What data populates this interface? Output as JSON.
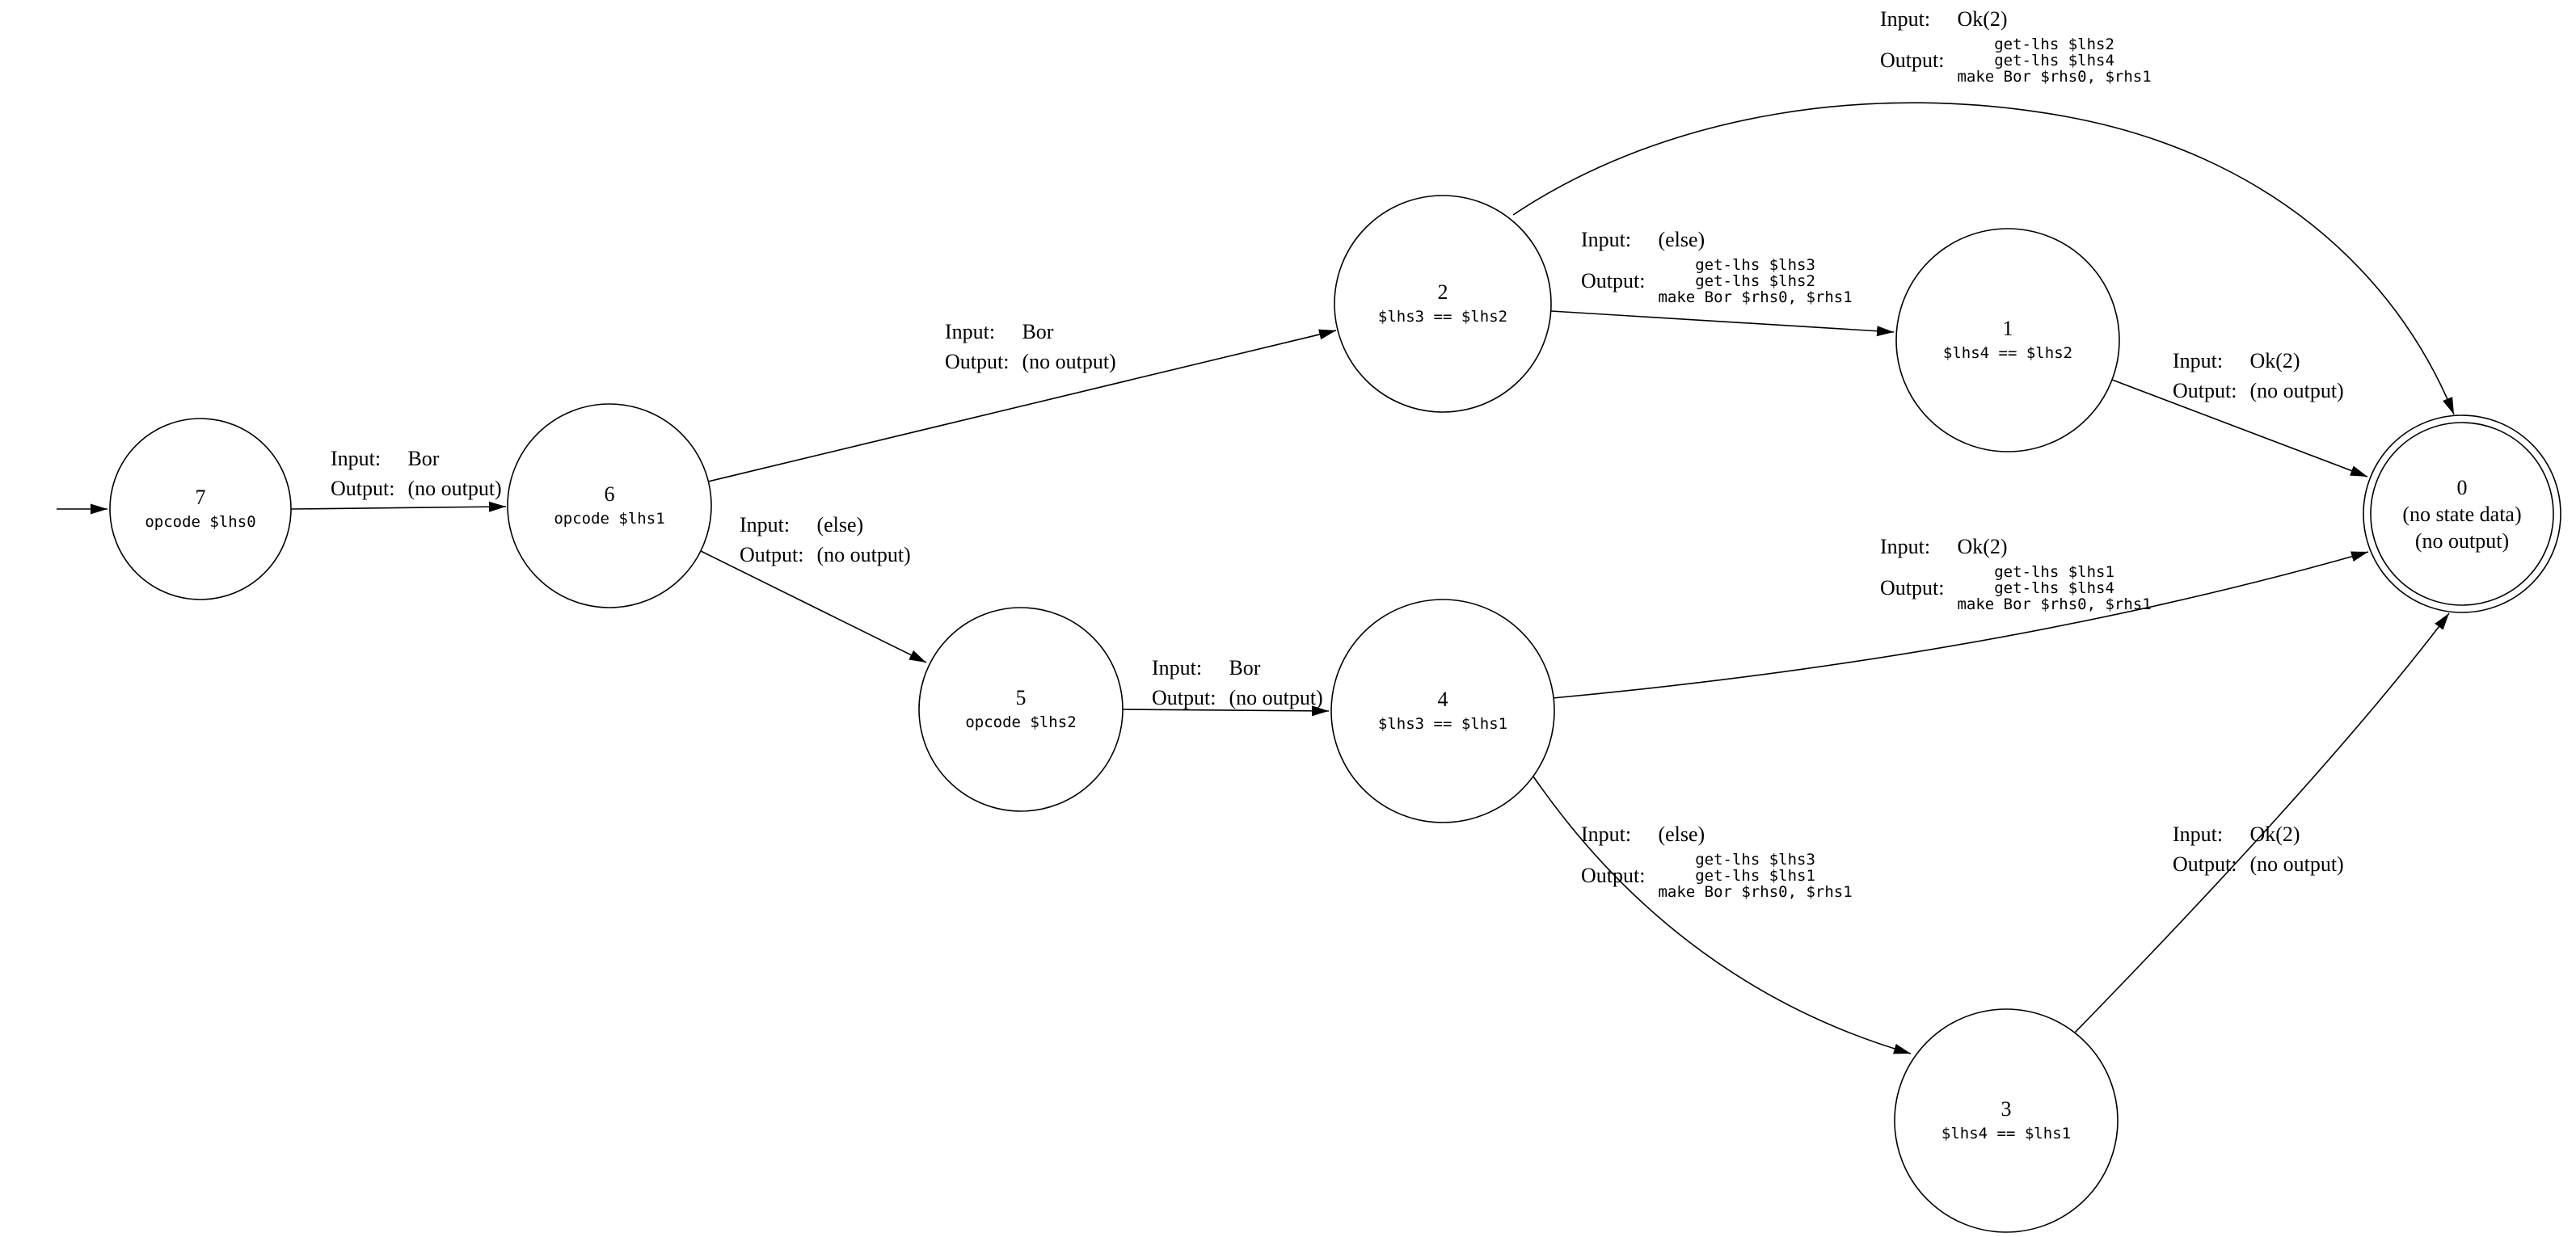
{
  "diagram": {
    "type": "finite-state-machine",
    "background": "#ffffff",
    "stroke": "#000000"
  },
  "labels": {
    "input_key": "Input:",
    "output_key": "Output:"
  },
  "nodes": {
    "n7": {
      "id": "7",
      "data": "opcode $lhs0"
    },
    "n6": {
      "id": "6",
      "data": "opcode $lhs1"
    },
    "n5": {
      "id": "5",
      "data": "opcode $lhs2"
    },
    "n2": {
      "id": "2",
      "data": "$lhs3 == $lhs2"
    },
    "n4": {
      "id": "4",
      "data": "$lhs3 == $lhs1"
    },
    "n1": {
      "id": "1",
      "data": "$lhs4 == $lhs2"
    },
    "n3": {
      "id": "3",
      "data": "$lhs4 == $lhs1"
    },
    "n0": {
      "id": "0",
      "note1": "(no state data)",
      "note2": "(no output)"
    }
  },
  "edges": {
    "e76": {
      "from": "7",
      "to": "6",
      "input": "Bor",
      "output": "(no output)"
    },
    "e62": {
      "from": "6",
      "to": "2",
      "input": "Bor",
      "output": "(no output)"
    },
    "e65": {
      "from": "6",
      "to": "5",
      "input": "(else)",
      "output": "(no output)"
    },
    "e54": {
      "from": "5",
      "to": "4",
      "input": "Bor",
      "output": "(no output)"
    },
    "e21": {
      "from": "2",
      "to": "1",
      "input": "(else)",
      "output_lines": [
        "get-lhs $lhs3",
        "get-lhs $lhs2",
        "make Bor $rhs0, $rhs1"
      ]
    },
    "e20": {
      "from": "2",
      "to": "0",
      "input": "Ok(2)",
      "output_lines": [
        "get-lhs $lhs2",
        "get-lhs $lhs4",
        "make Bor $rhs0, $rhs1"
      ]
    },
    "e10": {
      "from": "1",
      "to": "0",
      "input": "Ok(2)",
      "output": "(no output)"
    },
    "e40": {
      "from": "4",
      "to": "0",
      "input": "Ok(2)",
      "output_lines": [
        "get-lhs $lhs1",
        "get-lhs $lhs4",
        "make Bor $rhs0, $rhs1"
      ]
    },
    "e43": {
      "from": "4",
      "to": "3",
      "input": "(else)",
      "output_lines": [
        "get-lhs $lhs3",
        "get-lhs $lhs1",
        "make Bor $rhs0, $rhs1"
      ]
    },
    "e30": {
      "from": "3",
      "to": "0",
      "input": "Ok(2)",
      "output": "(no output)"
    }
  }
}
